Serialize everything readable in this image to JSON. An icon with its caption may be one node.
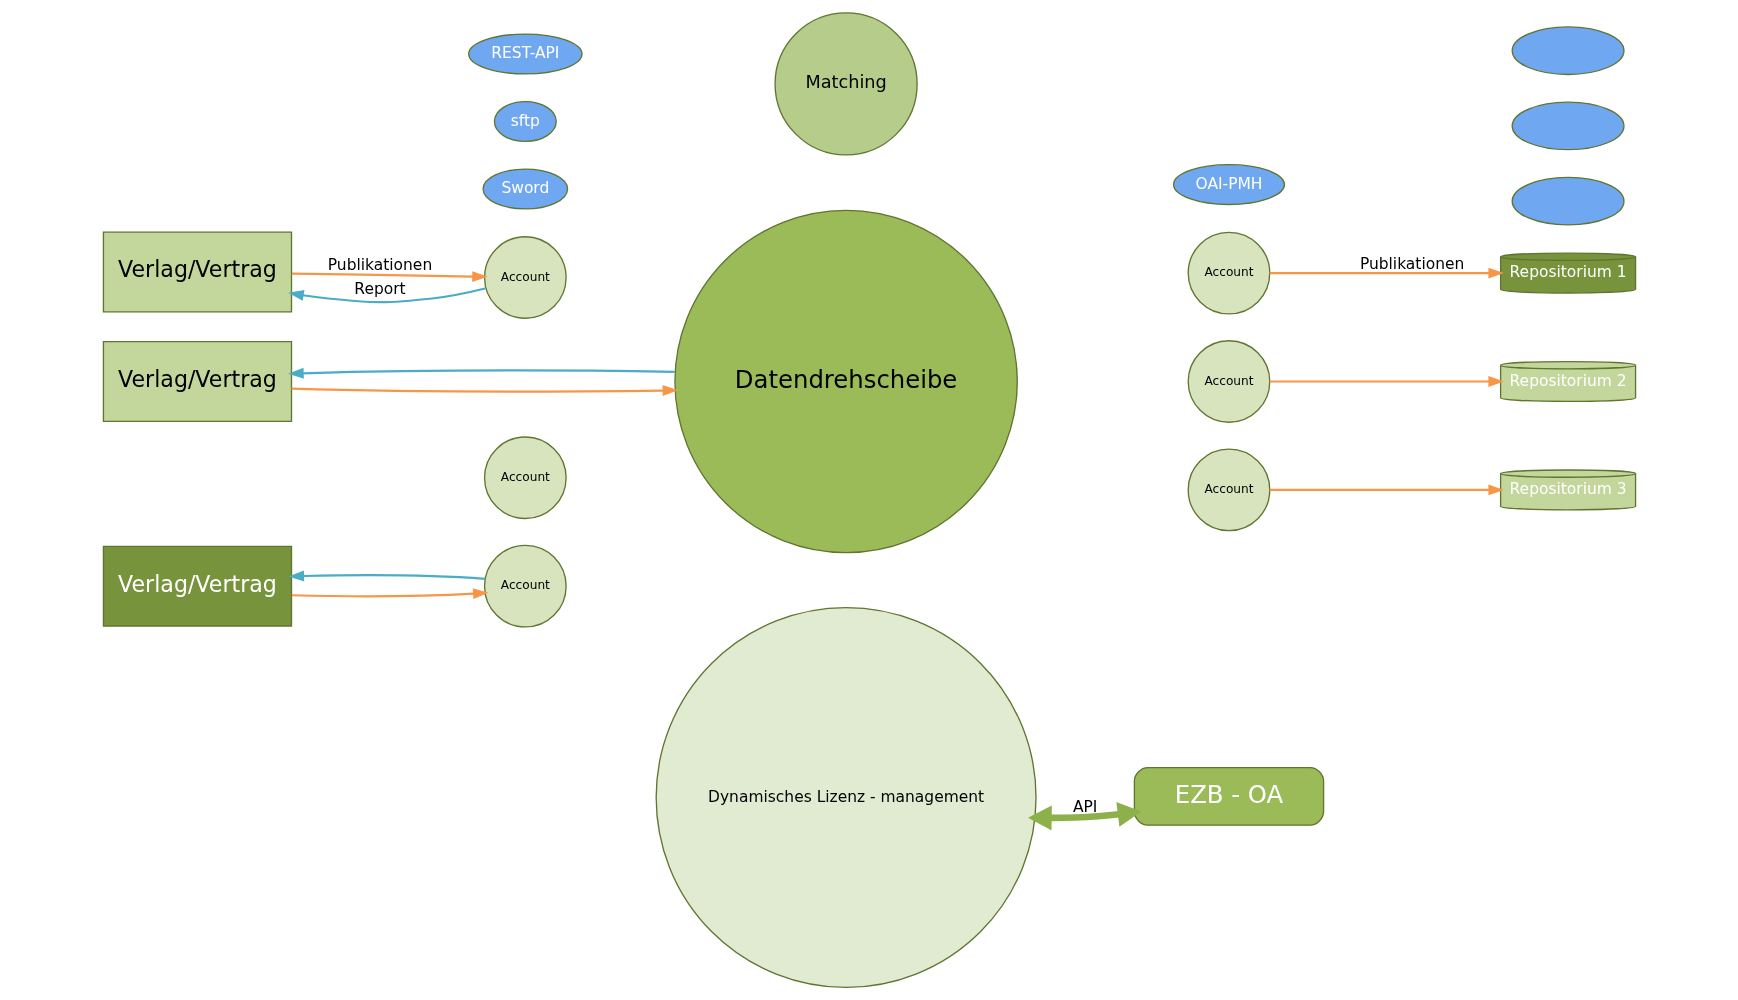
{
  "diagram": {
    "nodes": [
      {
        "text": [
          "Verlag/Vertrag"
        ]
      },
      {
        "text": [
          "Verlag/Vertrag"
        ]
      },
      {
        "text": [
          "Verlag/Vertrag"
        ]
      },
      {
        "text": [
          "Datendrehscheibe"
        ]
      },
      {
        "text": [
          "Matching"
        ]
      },
      {
        "text": [
          "Dynamisches Lizenz - management"
        ]
      },
      {
        "text": [
          "Account"
        ]
      },
      {
        "text": [
          "Account"
        ]
      },
      {
        "text": [
          "Account"
        ]
      },
      {
        "text": [
          "Account"
        ]
      },
      {
        "text": [
          "Account"
        ]
      },
      {
        "text": [
          "Account"
        ]
      },
      {
        "text": [
          "Repositorium 1"
        ]
      },
      {
        "text": [
          "Repositorium 2"
        ]
      },
      {
        "text": [
          "Repositorium 3"
        ]
      },
      {
        "text": [
          "EZB - OA"
        ]
      },
      {
        "text": [
          "Sword"
        ]
      },
      {
        "text": [
          "sftp"
        ]
      },
      {
        "text": [
          "REST-API"
        ]
      },
      {
        "text": [
          "OAI-PMH"
        ]
      },
      {
        "text": [],
        "shape": "cloud"
      },
      {
        "text": [],
        "shape": "cloud"
      },
      {
        "text": [],
        "shape": "cloud"
      }
    ],
    "edges": [
      {
        "from": 0,
        "to": 6,
        "arrow": "to"
      },
      {
        "from": 6,
        "to": 0,
        "arrow": "to",
        "color": "#4bacc6"
      },
      {
        "from": 1,
        "to": 3,
        "arrow": "to"
      },
      {
        "from": 3,
        "to": 1,
        "arrow": "to",
        "color": "#4bacc6"
      },
      {
        "from": 2,
        "to": 8,
        "arrow": "to",
        "label": "Publikationen"
      },
      {
        "from": 8,
        "to": 2,
        "arrow": "to",
        "label": "Report",
        "color": "#4bacc6"
      },
      {
        "from": 9,
        "to": 12,
        "arrow": "to",
        "label": "Publikationen"
      },
      {
        "from": 10,
        "to": 13,
        "arrow": "to"
      },
      {
        "from": 11,
        "to": 14,
        "arrow": "to"
      },
      {
        "from": 15,
        "to": 5,
        "arrow": "both",
        "label": "API",
        "style": "thick",
        "color": "#8cb04a"
      }
    ]
  }
}
